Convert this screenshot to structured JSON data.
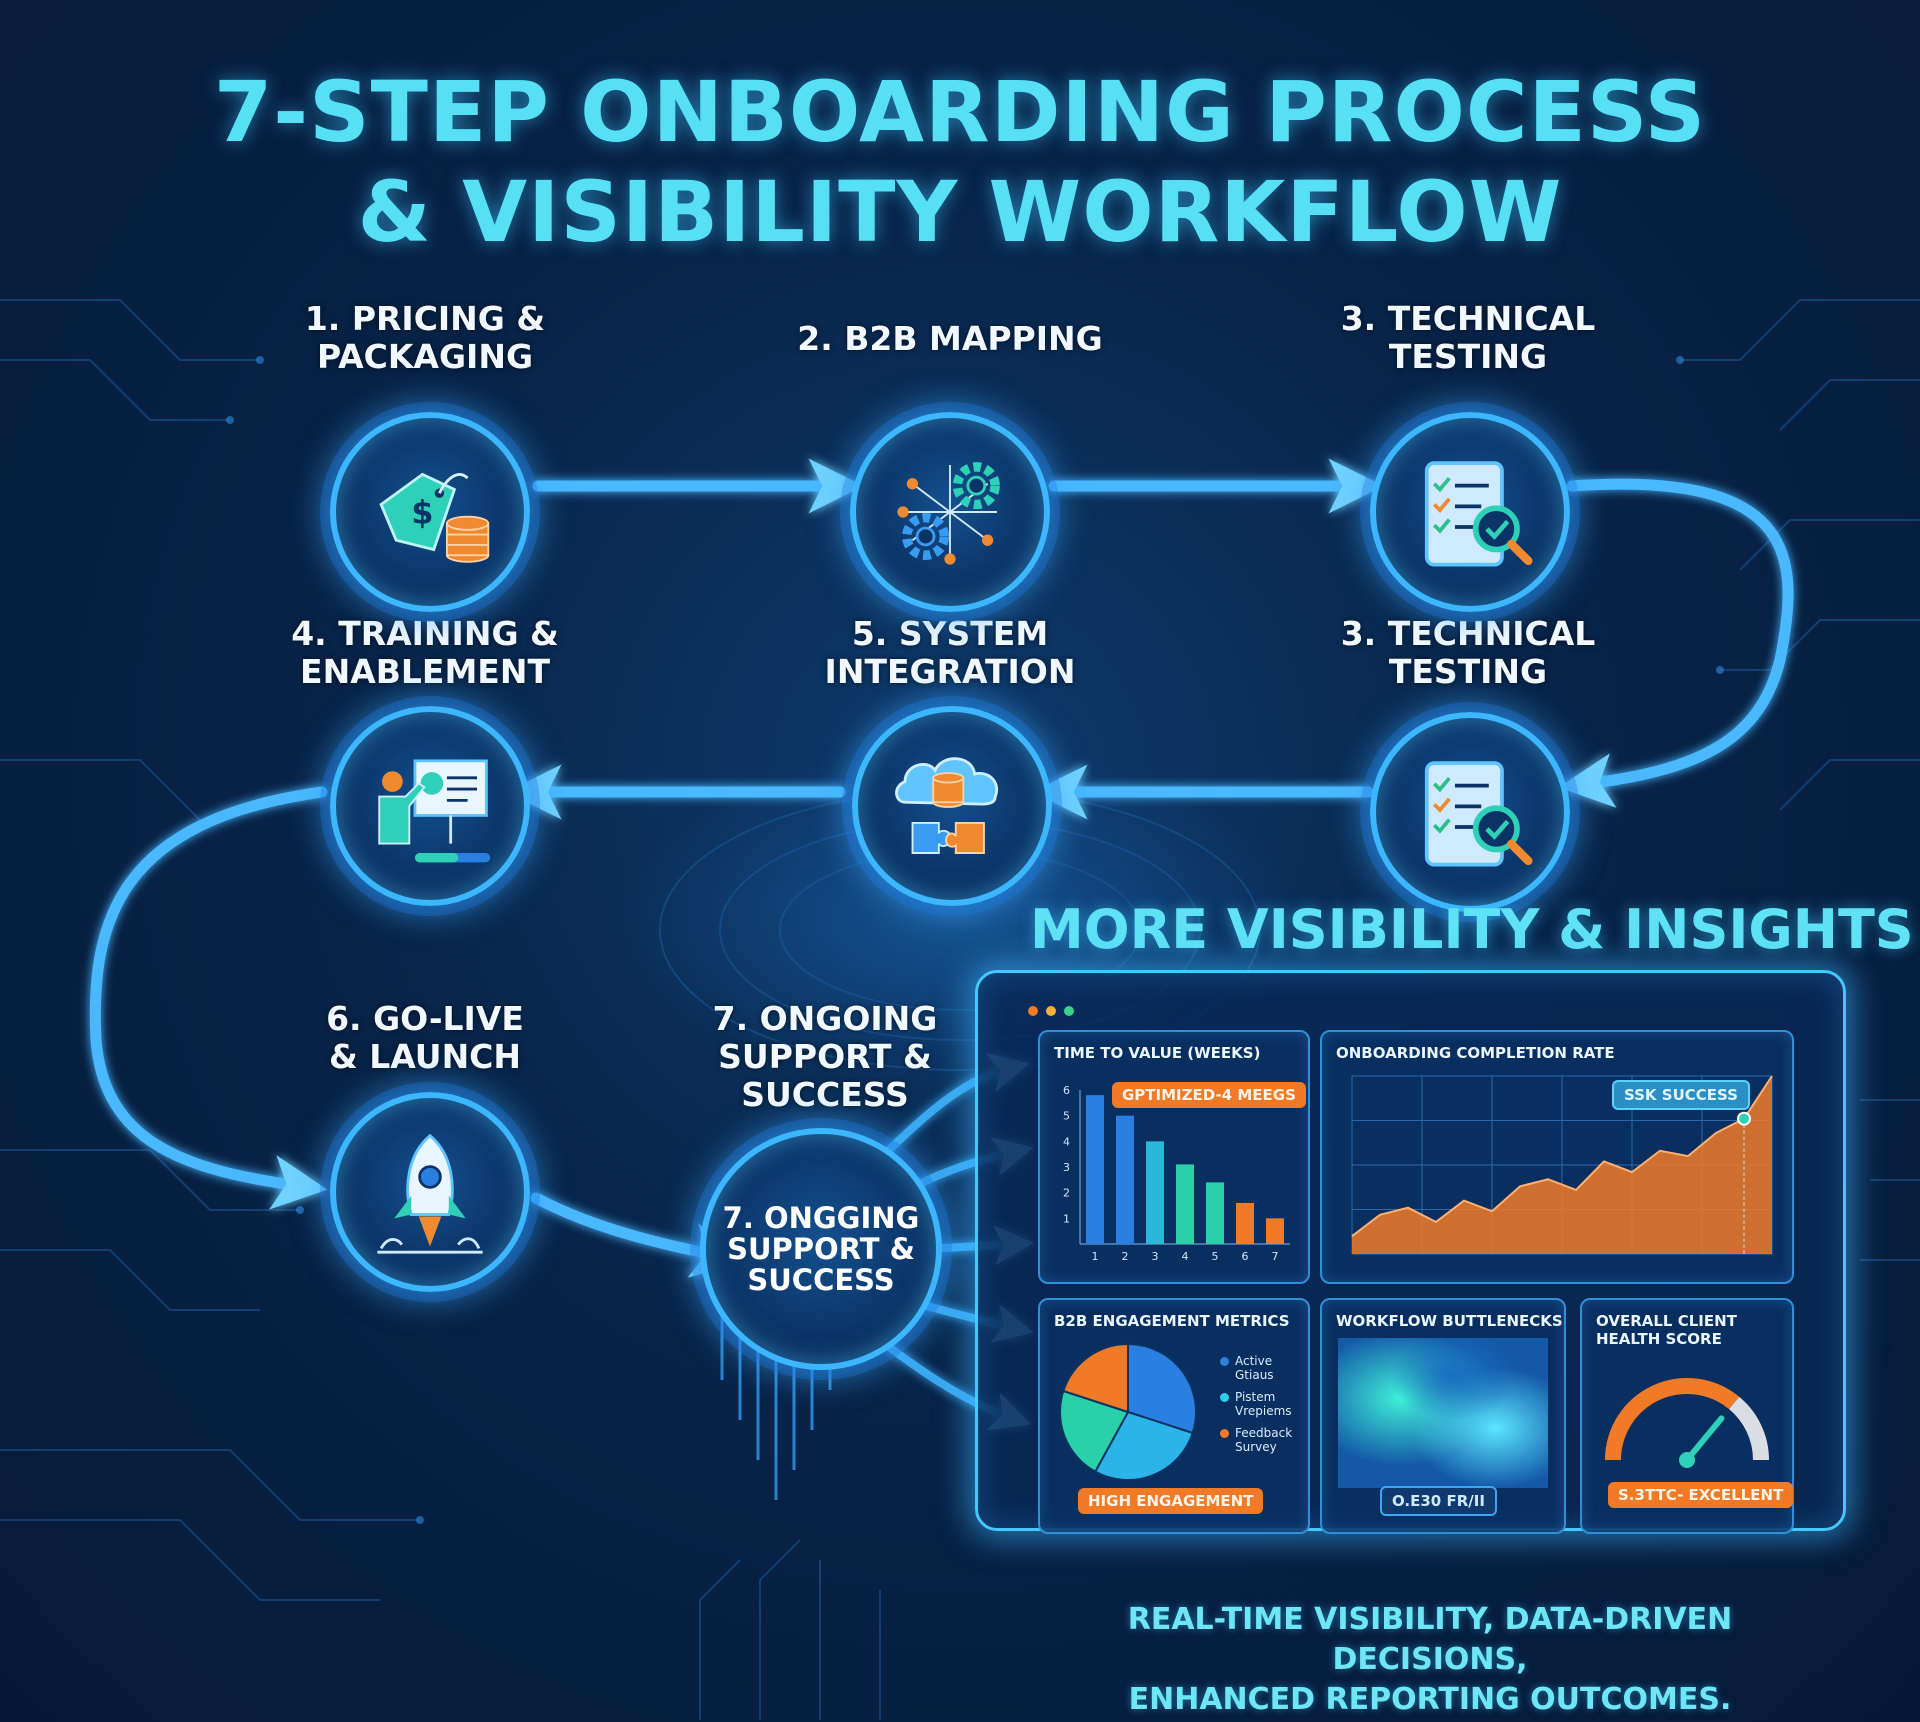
{
  "title": {
    "line1": "7-STEP ONBOARDING PROCESS",
    "line2": "& VISIBILITY WORKFLOW"
  },
  "steps": [
    {
      "id": "pricing",
      "line1": "1. PRICING &",
      "line2": "PACKAGING",
      "icon": "price-tag-coins-icon"
    },
    {
      "id": "b2b-mapping",
      "line1": "2. B2B MAPPING",
      "line2": "",
      "icon": "gears-network-icon"
    },
    {
      "id": "technical-testing-top",
      "line1": "3. TECHNICAL",
      "line2": "TESTING",
      "icon": "checklist-magnifier-icon"
    },
    {
      "id": "technical-testing-right",
      "line1": "3. TECHNICAL",
      "line2": "TESTING",
      "icon": "checklist-magnifier-icon"
    },
    {
      "id": "system-integration",
      "line1": "5. SYSTEM",
      "line2": "INTEGRATION",
      "icon": "cloud-database-puzzle-icon"
    },
    {
      "id": "training",
      "line1": "4. TRAINING &",
      "line2": "ENABLEMENT",
      "icon": "presenter-board-icon"
    },
    {
      "id": "go-live",
      "line1": "6. GO-LIVE",
      "line2": "& LAUNCH",
      "icon": "rocket-icon"
    },
    {
      "id": "ongoing-support",
      "line1": "7. ONGOING",
      "line2": "SUPPORT &",
      "line3": "SUCCESS"
    }
  ],
  "hub": {
    "line1": "7. ONGGING",
    "line2": "SUPPORT &",
    "line3": "SUCCESS"
  },
  "dashboard": {
    "heading": "MORE VISIBILITY & INSIGHTS",
    "window_dots": [
      "#f07a26",
      "#f2b13a",
      "#3ad08a"
    ],
    "time_to_value": {
      "title": "TIME TO VALUE (WEEKS)",
      "tag": "GPTIMIZED-4 MEEGS"
    },
    "completion_rate": {
      "title": "ONBOARDING COMPLETION RATE",
      "tag": "SSK SUCCESS"
    },
    "engagement": {
      "title": "B2B ENGAGEMENT METRICS",
      "legend": [
        {
          "line1": "Active",
          "line2": "Gtiaus",
          "color": "#2a7fe0"
        },
        {
          "line1": "Pistem",
          "line2": "Vrepiems",
          "color": "#2ad0e8"
        },
        {
          "line1": "Feedback",
          "line2": "Survey",
          "color": "#f07a26"
        }
      ],
      "tag": "HIGH ENGAGEMENT"
    },
    "bottlenecks": {
      "title": "WORKFLOW BUTTLENECKS",
      "tag": "O.E30 FR/II"
    },
    "health": {
      "title_line1": "OVERALL CLIENT",
      "title_line2": "HEALTH SCORE",
      "tag": "S.3TTC- EXCELLENT"
    }
  },
  "footer": {
    "line1": "REAL-TIME VISIBILITY, DATA-DRIVEN DECISIONS,",
    "line2": "ENHANCED REPORTING OUTCOMES."
  },
  "chart_data": [
    {
      "type": "bar",
      "title": "TIME TO VALUE (WEEKS)",
      "categories": [
        "1",
        "2",
        "3",
        "4",
        "5",
        "6",
        "7"
      ],
      "values": [
        5.8,
        5.0,
        4.0,
        3.1,
        2.4,
        1.6,
        1.0
      ],
      "ylim": [
        0,
        6
      ],
      "yticks": [
        "1",
        "2",
        "3",
        "4",
        "5",
        "6"
      ],
      "colors": [
        "#2a7fe0",
        "#2a7fe0",
        "#2ab8d8",
        "#2ad0a8",
        "#2ad0a8",
        "#f07a26",
        "#f07a26"
      ]
    },
    {
      "type": "area",
      "title": "ONBOARDING COMPLETION RATE",
      "x": [
        1,
        2,
        3,
        4,
        5,
        6,
        7,
        8,
        9,
        10,
        11,
        12,
        13,
        14,
        15,
        16
      ],
      "values": [
        10,
        22,
        26,
        18,
        30,
        24,
        38,
        42,
        36,
        52,
        46,
        58,
        55,
        68,
        76,
        100
      ],
      "ylim": [
        0,
        100
      ],
      "grid": true,
      "marker_index": 14,
      "color": "#f07a26"
    },
    {
      "type": "pie",
      "title": "B2B ENGAGEMENT METRICS",
      "values": [
        30,
        28,
        22,
        20
      ],
      "colors": [
        "#2a7fe0",
        "#2ab4e8",
        "#2ad0a8",
        "#f07a26"
      ]
    },
    {
      "type": "heatmap",
      "title": "WORKFLOW BUTTLENECKS"
    },
    {
      "type": "gauge",
      "title": "OVERALL CLIENT HEALTH SCORE",
      "value": 0.72,
      "colors": [
        "#f07a26",
        "#d9dee4"
      ]
    }
  ]
}
